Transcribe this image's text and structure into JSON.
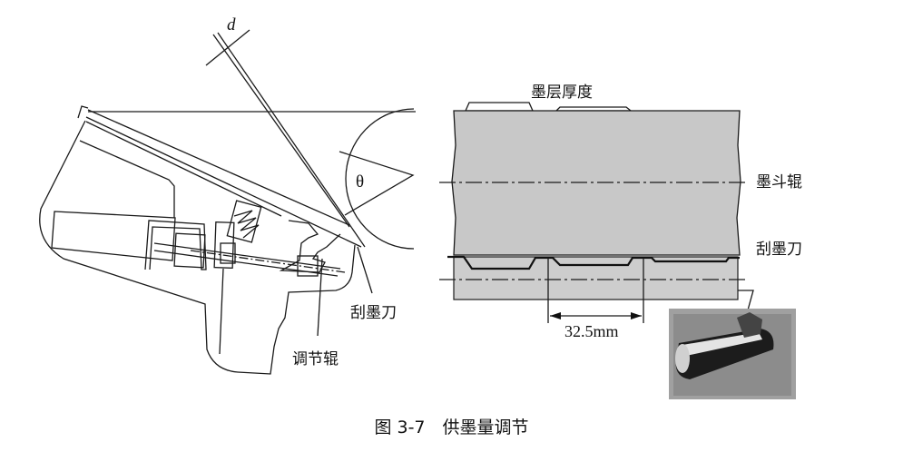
{
  "left_diagram": {
    "label_d": "d",
    "label_theta": "θ",
    "label_blade": "刮墨刀",
    "label_adjust_roller": "调节辊"
  },
  "right_diagram": {
    "label_ink_thickness": "墨层厚度",
    "label_fountain_roller": "墨斗辊",
    "label_blade": "刮墨刀",
    "dimension": "32.5mm"
  },
  "caption": {
    "number": "图 3-7",
    "title": "供墨量调节"
  },
  "colors": {
    "roller_fill": "#c8c8c8",
    "photo_bg": "#9a9a9a"
  }
}
